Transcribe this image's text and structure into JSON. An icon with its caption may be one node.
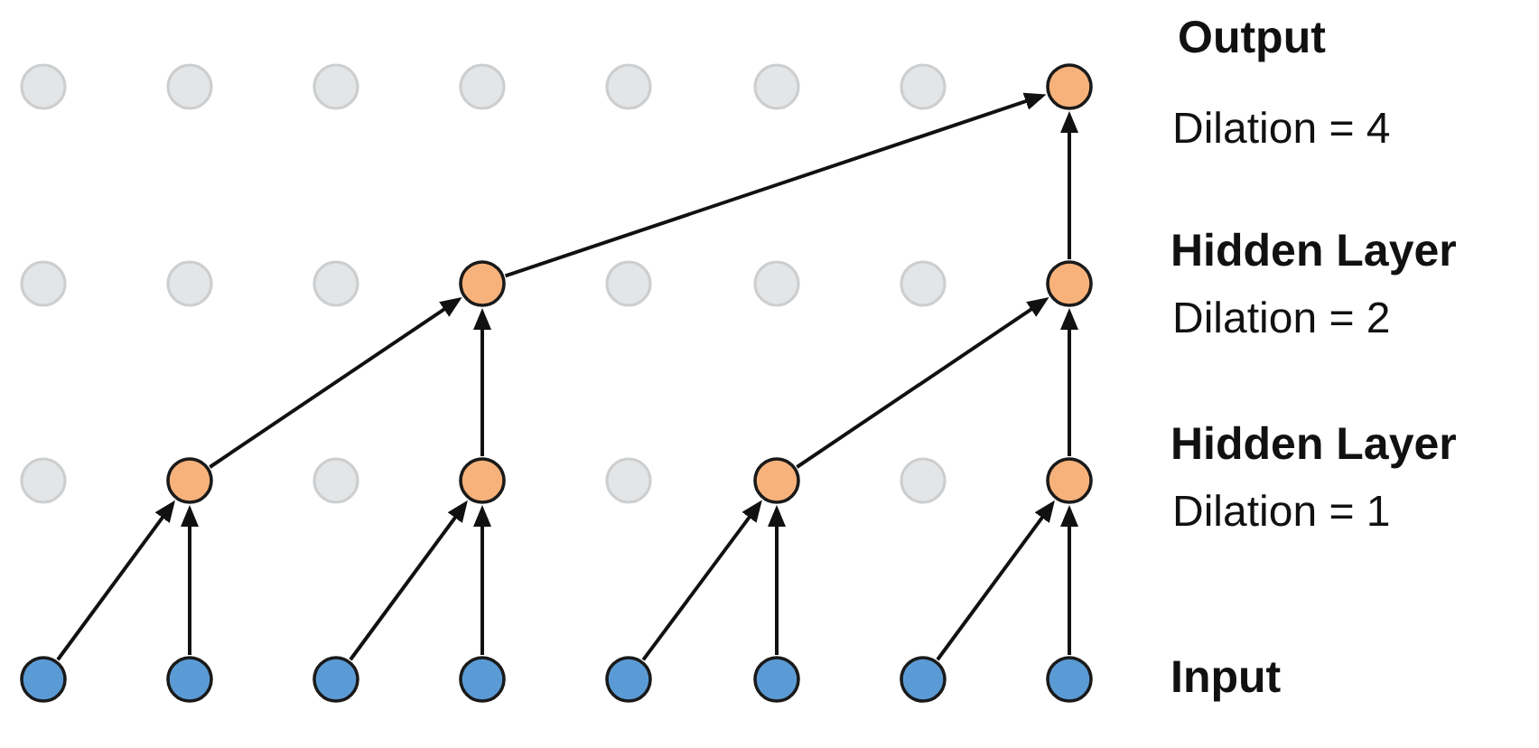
{
  "diagram": {
    "nodes": [
      {
        "text": [],
        "shape": "circle"
      },
      {
        "text": [],
        "shape": "circle"
      },
      {
        "text": [],
        "shape": "circle"
      },
      {
        "text": [],
        "shape": "circle"
      },
      {
        "text": [],
        "shape": "circle"
      },
      {
        "text": [],
        "shape": "circle"
      },
      {
        "text": [],
        "shape": "circle"
      },
      {
        "text": [],
        "shape": "circle"
      },
      {
        "text": [],
        "shape": "circle"
      },
      {
        "text": [],
        "shape": "circle"
      },
      {
        "text": [],
        "shape": "circle"
      },
      {
        "text": [],
        "shape": "circle"
      },
      {
        "text": [],
        "shape": "circle"
      },
      {
        "text": [],
        "shape": "circle"
      },
      {
        "text": [],
        "shape": "circle"
      },
      {
        "text": [],
        "shape": "circle"
      },
      {
        "text": [],
        "shape": "circle"
      },
      {
        "text": [],
        "shape": "circle"
      },
      {
        "text": [],
        "shape": "circle"
      },
      {
        "text": [],
        "shape": "circle"
      },
      {
        "text": [],
        "shape": "circle"
      },
      {
        "text": [],
        "shape": "circle"
      },
      {
        "text": [],
        "shape": "circle"
      },
      {
        "text": [],
        "shape": "circle"
      },
      {
        "text": [],
        "shape": "circle"
      },
      {
        "text": [],
        "shape": "circle"
      },
      {
        "text": [],
        "shape": "circle"
      },
      {
        "text": [],
        "shape": "circle"
      },
      {
        "text": [],
        "shape": "circle"
      },
      {
        "text": [],
        "shape": "circle"
      },
      {
        "text": [],
        "shape": "circle"
      },
      {
        "text": [],
        "shape": "circle"
      }
    ],
    "edges": [
      {
        "from": 24,
        "to": 17,
        "arrow": "to"
      },
      {
        "from": 25,
        "to": 17,
        "arrow": "to"
      },
      {
        "from": 26,
        "to": 19,
        "arrow": "to"
      },
      {
        "from": 27,
        "to": 19,
        "arrow": "to"
      },
      {
        "from": 28,
        "to": 21,
        "arrow": "to"
      },
      {
        "from": 29,
        "to": 21,
        "arrow": "to"
      },
      {
        "from": 30,
        "to": 23,
        "arrow": "to"
      },
      {
        "from": 31,
        "to": 23,
        "arrow": "to"
      },
      {
        "from": 17,
        "to": 11,
        "arrow": "to"
      },
      {
        "from": 19,
        "to": 11,
        "arrow": "to"
      },
      {
        "from": 21,
        "to": 15,
        "arrow": "to"
      },
      {
        "from": 23,
        "to": 15,
        "arrow": "to"
      },
      {
        "from": 11,
        "to": 7,
        "arrow": "to"
      },
      {
        "from": 15,
        "to": 7,
        "arrow": "to"
      }
    ],
    "labels": [
      "Output",
      "Dilation = 4",
      "Hidden Layer",
      "Dilation = 2",
      "Hidden Layer",
      "Dilation = 1",
      "Input"
    ]
  }
}
